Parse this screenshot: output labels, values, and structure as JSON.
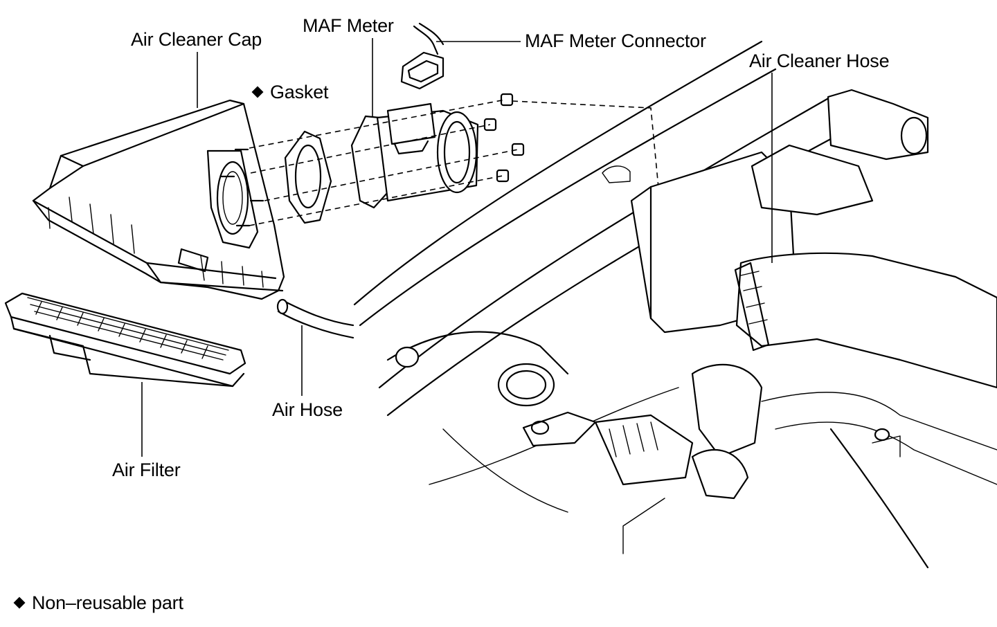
{
  "labels": {
    "air_cleaner_cap": "Air Cleaner Cap",
    "gasket": "Gasket",
    "maf_meter": "MAF Meter",
    "maf_meter_connector": "MAF Meter Connector",
    "air_cleaner_hose": "Air Cleaner Hose",
    "air_filter": "Air Filter",
    "air_hose": "Air Hose"
  },
  "legend": {
    "symbol": "diamond",
    "text": "Non–reusable part"
  },
  "colors": {
    "ink": "#000000",
    "paper": "#ffffff"
  }
}
